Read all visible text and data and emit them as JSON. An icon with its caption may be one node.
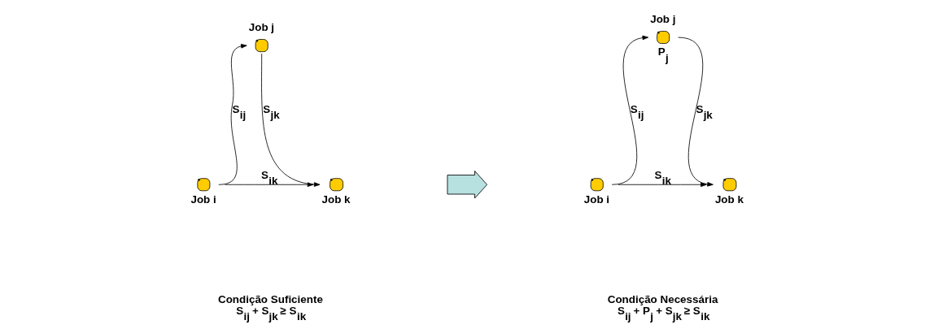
{
  "diagram": {
    "nodes": [
      {
        "text": [
          "Job i"
        ]
      },
      {
        "text": [
          "Job j"
        ]
      },
      {
        "text": [
          "Job k"
        ]
      },
      {
        "text": [],
        "shape": "arrow"
      },
      {
        "text": [
          "Job i"
        ]
      },
      {
        "text": [
          "Job j"
        ],
        "beside": [
          "P$_{j}$"
        ]
      },
      {
        "text": [
          "Job k"
        ]
      }
    ],
    "edges": [
      {
        "from": 0,
        "to": 1,
        "arrow": "to",
        "label": "S$_{ij}$"
      },
      {
        "from": 1,
        "to": 2,
        "arrow": "to",
        "label": "S$_{jk}$"
      },
      {
        "from": 0,
        "to": 2,
        "arrow": "to",
        "label": "S$_{ik}$"
      },
      {
        "from": 4,
        "to": 5,
        "arrow": "to",
        "label": "S$_{ij}$"
      },
      {
        "from": 5,
        "to": 6,
        "arrow": "to",
        "label": "S$_{jk}$"
      },
      {
        "from": 4,
        "to": 6,
        "arrow": "to",
        "label": "S$_{ik}$"
      }
    ],
    "labels": [
      "Condição Suficiente",
      "S$_{ij}$ + S$_{jk}$ ≥ S$_{ik}$",
      "Condição Necessária",
      "S$_{ij}$ + P$_{j}$ + S$_{jk}$ ≥ S$_{ik}$"
    ]
  }
}
